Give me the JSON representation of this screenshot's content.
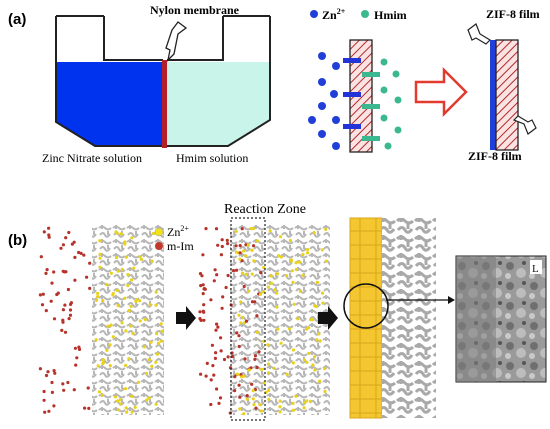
{
  "panel_a": {
    "label": "(a)",
    "membrane_label": "Nylon membrane",
    "left_solution": "Zinc Nitrate solution",
    "right_solution": "Hmim solution",
    "legend_zn": "Zn",
    "legend_zn_sup": "2+",
    "legend_hmim": "Hmim",
    "film_top": "ZIF-8 film",
    "film_bottom": "ZIF-8 film"
  },
  "panel_b": {
    "label": "(b)",
    "reaction_zone": "Reaction Zone",
    "legend_zn": "Zn",
    "legend_zn_sup": "2+",
    "legend_mim": "m-Im",
    "sem_label": "L"
  },
  "colors": {
    "zinc_blue": "#0033ee",
    "hmim_cyan": "#c8f4ea",
    "membrane_red": "#b3202a",
    "hmim_green": "#3cb890",
    "zif_yellow": "#f4c730",
    "arrow_red": "#e33a2f"
  }
}
